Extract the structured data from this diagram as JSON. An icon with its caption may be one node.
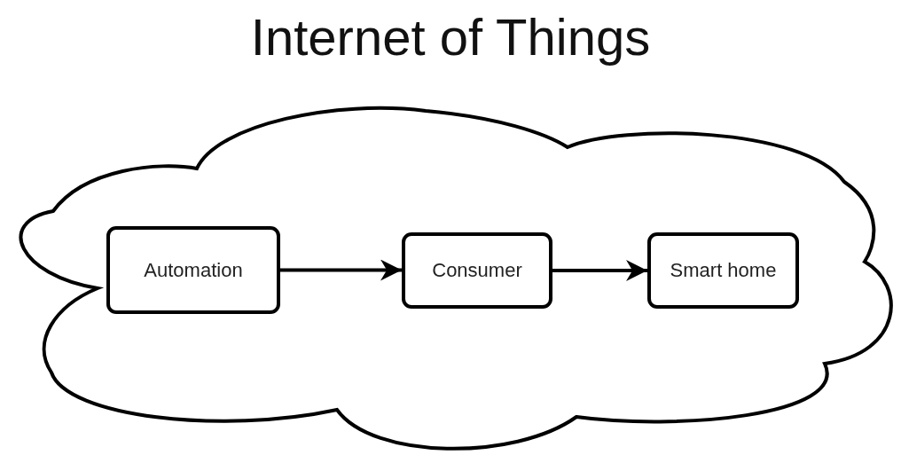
{
  "diagram": {
    "title": "Internet of Things",
    "nodes": [
      {
        "text": [],
        "shape": "cloud"
      },
      {
        "text": [
          "Automation"
        ],
        "in": 0
      },
      {
        "text": [
          "Consumer"
        ],
        "in": 0
      },
      {
        "text": [
          "Smart home"
        ],
        "in": 0
      }
    ],
    "edges": [
      {
        "from": 1,
        "to": 2,
        "arrow": "to"
      },
      {
        "from": 2,
        "to": 3,
        "arrow": "to"
      }
    ]
  }
}
